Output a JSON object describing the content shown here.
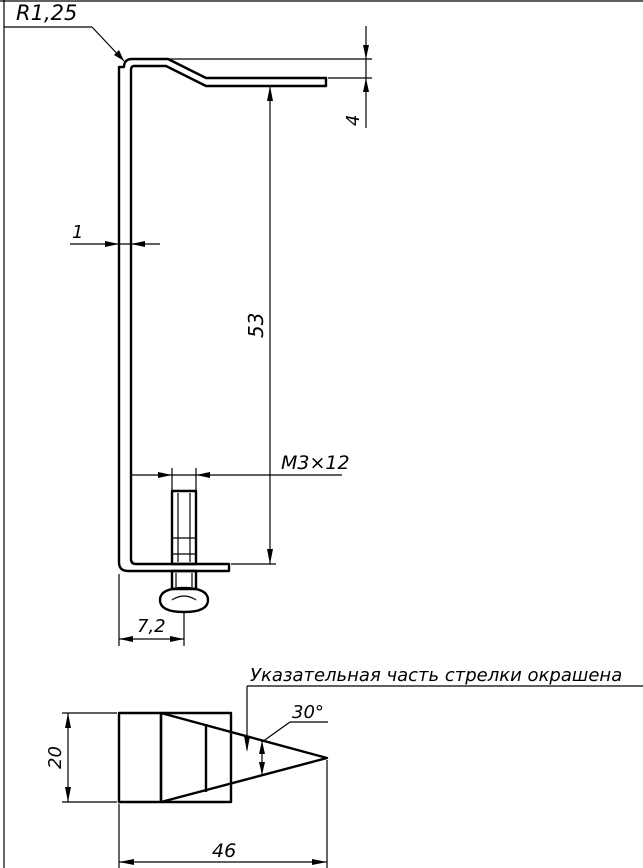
{
  "drawing": {
    "dimensions": {
      "bend_radius": "R1,25",
      "thickness": "1",
      "offset_height": "4",
      "length": "53",
      "screw": "M3×12",
      "screw_position": "7,2",
      "pointer_height": "20",
      "pointer_length": "46",
      "pointer_angle": "30°"
    },
    "note": "Указательная часть стрелки окрашена"
  }
}
